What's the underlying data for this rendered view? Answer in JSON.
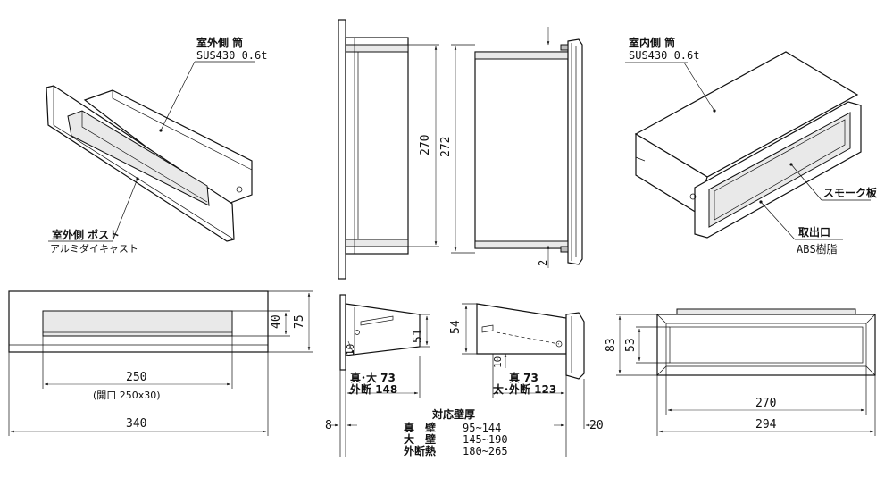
{
  "labels": {
    "outer_tube": "室外側 筒",
    "outer_tube_material": "SUS430 0.6t",
    "outer_post": "室外側 ポスト",
    "outer_post_material": "アルミダイキャスト",
    "inner_tube": "室内側 筒",
    "inner_tube_material": "SUS430 0.6t",
    "smoke_plate": "スモーク板",
    "outlet": "取出口",
    "outlet_material": "ABS樹脂"
  },
  "dimensions": {
    "side_270": "270",
    "side_272": "272",
    "side_2": "2",
    "front_40": "40",
    "front_75": "75",
    "front_250": "250",
    "opening": "(開口 250x30)",
    "front_340": "340",
    "side_51": "51",
    "side_10_left": "10",
    "side_54": "54",
    "side_10_right": "10",
    "left_note_1": "真･大 73",
    "left_note_2": "外断 148",
    "right_note_1": "真 73",
    "right_note_2": "大･外断 123",
    "side_8": "8",
    "side_20": "20",
    "back_83": "83",
    "back_53": "53",
    "back_270": "270",
    "back_294": "294"
  },
  "wall_table": {
    "title": "対応壁厚",
    "rows": [
      {
        "name": "真　壁",
        "range": "95~144"
      },
      {
        "name": "大　壁",
        "range": "145~190"
      },
      {
        "name": "外断熱",
        "range": "180~265"
      }
    ]
  }
}
